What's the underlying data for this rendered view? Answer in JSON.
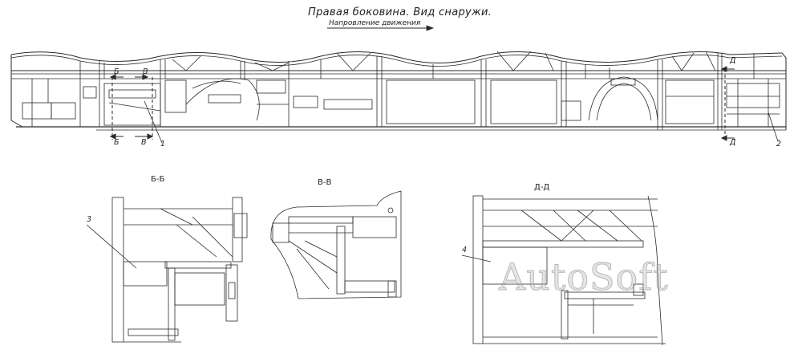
{
  "drawing": {
    "title": "Правая боковина. Вид снаружи.",
    "subtitle": "Напровление движения"
  },
  "cut_marks": {
    "b": "Б",
    "v": "В",
    "d": "Д"
  },
  "callouts": {
    "c1": "1",
    "c2": "2",
    "c3": "3",
    "c4": "4"
  },
  "sections": {
    "bb": "Б-Б",
    "vv": "В-В",
    "dd": "Д-Д"
  },
  "watermark": "AutoSoft",
  "colors": {
    "line": "#2a2a2a",
    "paper": "#ffffff"
  }
}
